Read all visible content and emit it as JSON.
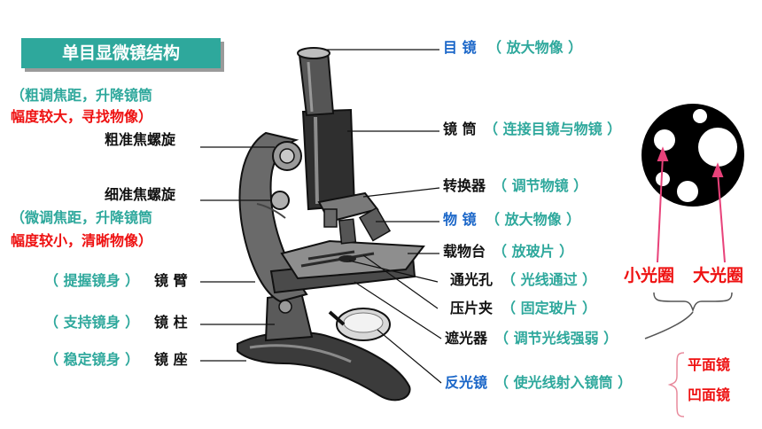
{
  "title": "单目显微镜结构",
  "left": {
    "coarse_desc_1": "（粗调焦距，升降镜筒",
    "coarse_desc_2": "幅度较大，寻找物像）",
    "coarse_name": "粗准焦螺旋",
    "fine_name": "细准焦螺旋",
    "fine_desc_1": "（微调焦距，升降镜筒",
    "fine_desc_2": "幅度较小，清晰物像）",
    "arm_desc": "（ 提握镜身 ）",
    "arm_name": "镜 臂",
    "pillar_desc": "（ 支持镜身 ）",
    "pillar_name": "镜 柱",
    "base_desc": "（ 稳定镜身 ）",
    "base_name": "镜 座"
  },
  "right": {
    "eyepiece_name": "目 镜",
    "eyepiece_desc": "（ 放大物像 ）",
    "tube_name": "镜 筒",
    "tube_desc": "（ 连接目镜与物镜 ）",
    "converter_name": "转换器",
    "converter_desc": "（ 调节物镜 ）",
    "objective_name": "物 镜",
    "objective_desc": "（ 放大物像 ）",
    "stage_name": "载物台",
    "stage_desc": "（ 放玻片 ）",
    "hole_name": "通光孔",
    "hole_desc": "（ 光线通过 ）",
    "clip_name": "压片夹",
    "clip_desc": "（ 固定玻片 ）",
    "diaphragm_name": "遮光器",
    "diaphragm_desc": "（ 调节光线强弱 ）",
    "mirror_name": "反光镜",
    "mirror_desc": "（ 使光线射入镜筒 ）"
  },
  "aperture": {
    "small": "小光圈",
    "large": "大光圈"
  },
  "mirror_types": {
    "flat": "平面镜",
    "concave": "凹面镜"
  },
  "colors": {
    "title_bg": "#2ea89c",
    "teal": "#2ea89c",
    "red": "#ee1111",
    "blue": "#1a66c8",
    "pink": "#e8427a"
  }
}
